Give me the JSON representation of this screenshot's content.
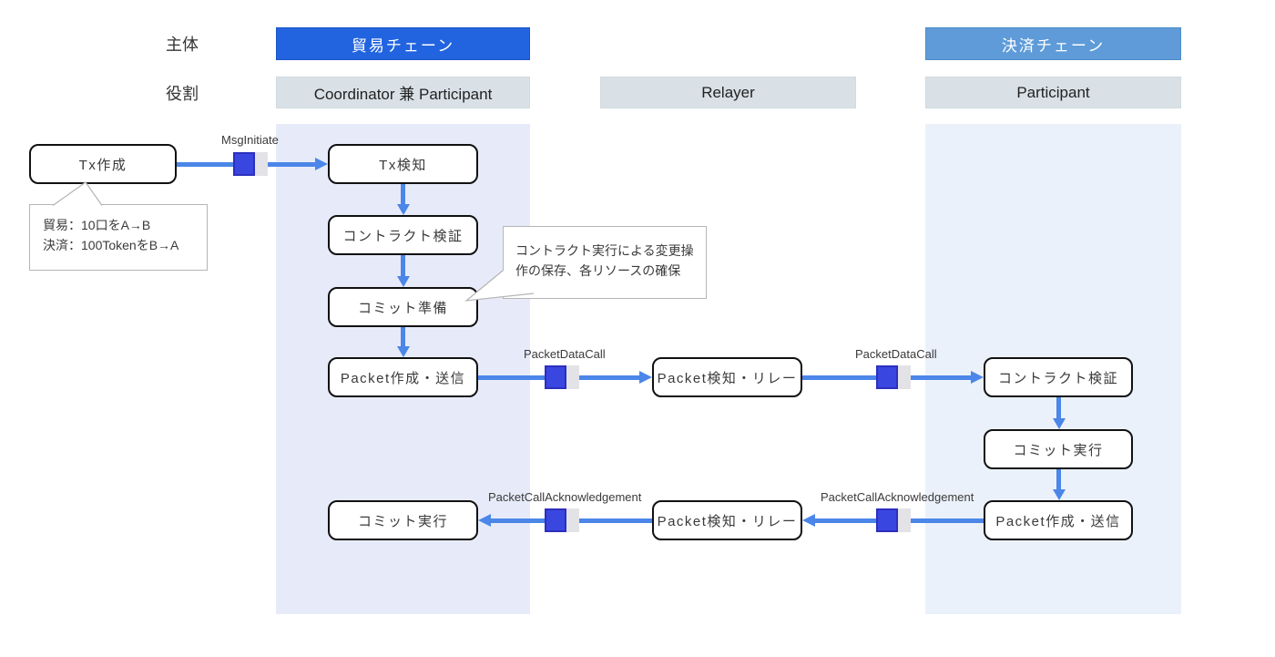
{
  "header": {
    "subject_label": "主体",
    "role_label": "役割",
    "trade_chain_label": "貿易チェーン",
    "settlement_chain_label": "決済チェーン",
    "coordinator_role_label": "Coordinator 兼 Participant",
    "relayer_role_label": "Relayer",
    "participant_role_label": "Participant"
  },
  "nodes": {
    "tx_create": "Tx作成",
    "tx_detect": "Tx検知",
    "contract_verify_trade": "コントラクト検証",
    "commit_prepare": "コミット準備",
    "packet_create_send_trade": "Packet作成・送信",
    "packet_detect_relay_request": "Packet検知・リレー",
    "contract_verify_settlement": "コントラクト検証",
    "commit_execute_settlement": "コミット実行",
    "packet_create_send_settlement": "Packet作成・送信",
    "packet_detect_relay_ack": "Packet検知・リレー",
    "commit_execute_trade": "コミット実行"
  },
  "messages": {
    "msg_initiate": "MsgInitiate",
    "packet_data_call_trade_to_relayer": "PacketDataCall",
    "packet_data_call_relayer_to_settlement": "PacketDataCall",
    "packet_call_ack_settlement_to_relayer": "PacketCallAcknowledgement",
    "packet_call_ack_relayer_to_trade": "PacketCallAcknowledgement"
  },
  "annotations": {
    "tx_note_line1": "貿易：10口をA→B",
    "tx_note_line2": "決済：100TokenをB→A",
    "commit_prepare_note": "コントラクト実行による変更操作の保存、各リソースの確保"
  },
  "colors": {
    "trade_chain_header": "#2264e0",
    "settlement_chain_header": "#5e9bd8",
    "role_header_bg": "#d9e1e7",
    "trade_column_bg": "#e7ebf9",
    "settlement_column_bg": "#ebf1fa",
    "arrow": "#4b86e8",
    "marker_blue": "#3a46e0",
    "marker_gray": "#e3e3e7"
  }
}
